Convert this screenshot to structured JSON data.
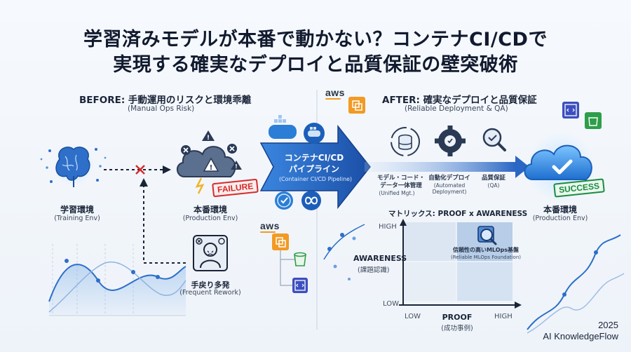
{
  "title": {
    "line1": "学習済みモデルが本番で動かない？コンテナCI/CDで",
    "line2": "実現する確実なデプロイと品質保証の壁突破術"
  },
  "before": {
    "title": "BEFORE: 手動運用のリスクと環境乖離",
    "subtitle": "(Manual Ops Risk)",
    "training": {
      "label": "学習環境",
      "sub": "(Training Env)"
    },
    "production": {
      "label": "本番環境",
      "sub": "(Production Env)",
      "badge": "FAILURE"
    },
    "rework": {
      "label": "手戻り多発",
      "sub": "(Frequent Rework)"
    }
  },
  "pipeline": {
    "line1": "コンテナCI/CD",
    "line2": "パイプライン",
    "sub": "(Container CI/CD Pipeline)",
    "steps": [
      {
        "label": "モデル・コード・\nデータ一体管理",
        "sub": "(Unified Mgt.)"
      },
      {
        "label": "自動化デプロイ",
        "sub": "(Automated\nDeployment)"
      },
      {
        "label": "品質保証",
        "sub": "(QA)"
      }
    ]
  },
  "aws_label": "aws",
  "after": {
    "title": "AFTER: 確実なデプロイと品質保証",
    "subtitle": "(Reliable Deployment & QA)",
    "production": {
      "label": "本番環境",
      "sub": "(Production Env)",
      "badge": "SUCCESS"
    }
  },
  "matrix": {
    "title": "マトリックス: PROOF x AWARENESS",
    "y_label": "AWARENESS",
    "y_sub": "(課題認識)",
    "x_label": "PROOF",
    "x_sub": "(成功事例)",
    "high_y": "HIGH",
    "low": "LOW",
    "low_x": "LOW",
    "high_x": "HIGH",
    "quadrant": {
      "label": "信頼性の高いMLOps基盤",
      "sub": "(Reliable MLOps Foundation)"
    }
  },
  "footer": {
    "year": "2025",
    "brand": "AI KnowledgeFlow"
  },
  "colors": {
    "primary": "#1f5fbf",
    "danger": "#d52c2c",
    "success": "#1c8c42",
    "aws_orange": "#f29a24"
  }
}
